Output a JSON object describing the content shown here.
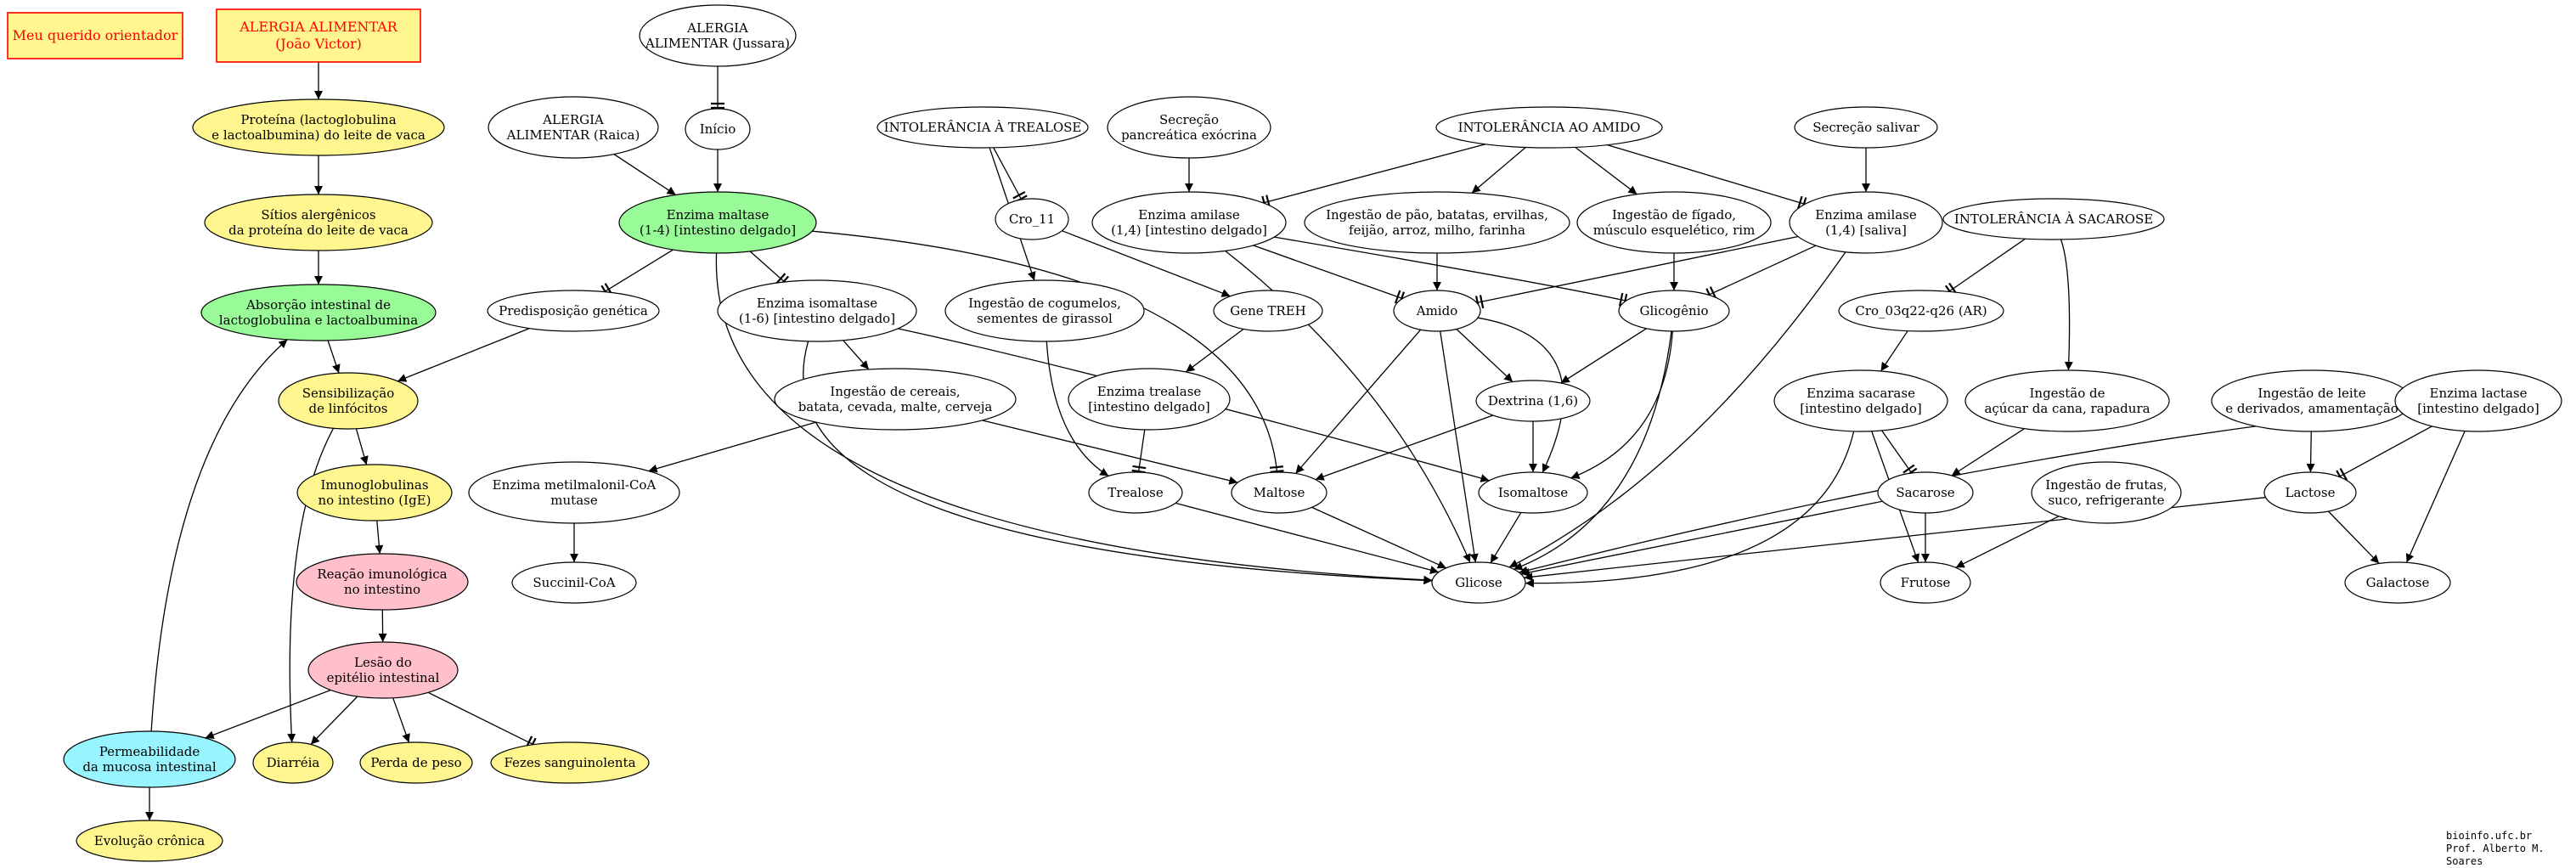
{
  "colors": {
    "yellow": "#fff68f",
    "green": "#98fb98",
    "pink": "#ffc0cb",
    "cyan": "#98f5ff",
    "header_red": "#ff0000"
  },
  "headers": {
    "orientador": "Meu querido orientador",
    "alergia_joao": [
      "ALERGIA ALIMENTAR",
      "(João Victor)"
    ]
  },
  "nodes": {
    "proteina": [
      "Proteína (lactoglobulina",
      "e lactoalbumina) do leite de vaca"
    ],
    "sitios": [
      "Sítios alergênicos",
      "da proteína do leite de vaca"
    ],
    "absorcao": [
      "Absorção intestinal de",
      "lactoglobulina e lactoalbumina"
    ],
    "sensibilizacao": [
      "Sensibilização",
      "de linfócitos"
    ],
    "imunoglobulinas": [
      "Imunoglobulinas",
      "no intestino (IgE)"
    ],
    "reacao": [
      "Reação imunológica",
      "no intestino"
    ],
    "lesao": [
      "Lesão do",
      "epitélio intestinal"
    ],
    "permeabilidade": [
      "Permeabilidade",
      "da mucosa intestinal"
    ],
    "evolucao": [
      "Evolução crônica"
    ],
    "diarreia": [
      "Diarréia"
    ],
    "perda": [
      "Perda de peso"
    ],
    "fezes": [
      "Fezes sanguinolenta"
    ],
    "alergia_jussara": [
      "ALERGIA",
      "ALIMENTAR (Jussara)"
    ],
    "inicio": [
      "Início"
    ],
    "alergia_raica": [
      "ALERGIA",
      "ALIMENTAR (Raica)"
    ],
    "enzima_maltase": [
      "Enzima maltase",
      "(1-4) [intestino delgado]"
    ],
    "predisposicao": [
      "Predisposição genética"
    ],
    "enzima_isomaltase": [
      "Enzima isomaltase",
      "(1-6) [intestino delgado]"
    ],
    "intol_trealose": [
      "INTOLERÂNCIA À TREALOSE"
    ],
    "cro11": [
      "Cro_11"
    ],
    "ingestao_cogumelos": [
      "Ingestão de cogumelos,",
      "sementes de girassol"
    ],
    "secrecao_pancreatica": [
      "Secreção",
      "pancreática exócrina"
    ],
    "amilase_pancreatica": [
      "Enzima amilase",
      "(1,4) [intestino delgado]"
    ],
    "gene_treh": [
      "Gene TREH"
    ],
    "enzima_trealase": [
      "Enzima trealase",
      "[intestino delgado]"
    ],
    "ingestao_cereais": [
      "Ingestão de cereais,",
      "batata, cevada, malte, cerveja"
    ],
    "metilmalonil": [
      "Enzima metilmalonil-CoA",
      "mutase"
    ],
    "succinil": [
      "Succinil-CoA"
    ],
    "trealose": [
      "Trealose"
    ],
    "maltose": [
      "Maltose"
    ],
    "isomaltose": [
      "Isomaltose"
    ],
    "glicose": [
      "Glicose"
    ],
    "intol_amido": [
      "INTOLERÂNCIA AO AMIDO"
    ],
    "ingestao_pao": [
      "Ingestão de pão, batatas, ervilhas,",
      "feijão, arroz, milho, farinha"
    ],
    "ingestao_figado": [
      "Ingestão de fígado,",
      "músculo esquelético, rim"
    ],
    "amido": [
      "Amido"
    ],
    "glicogenio": [
      "Glicogênio"
    ],
    "dextrina": [
      "Dextrina (1,6)"
    ],
    "secrecao_salivar": [
      "Secreção salivar"
    ],
    "amilase_saliva": [
      "Enzima amilase",
      "(1,4) [saliva]"
    ],
    "intol_sacarose": [
      "INTOLERÂNCIA À SACAROSE"
    ],
    "cro03": [
      "Cro_03q22-q26 (AR)"
    ],
    "enzima_sacarase": [
      "Enzima sacarase",
      "[intestino delgado]"
    ],
    "ingestao_acucar": [
      "Ingestão de",
      "açúcar da cana, rapadura"
    ],
    "sacarose": [
      "Sacarose"
    ],
    "ingestao_frutas": [
      "Ingestão de frutas,",
      "suco, refrigerante"
    ],
    "frutose": [
      "Frutose"
    ],
    "ingestao_leite": [
      "Ingestão de leite",
      "e derivados, amamentação"
    ],
    "enzima_lactase": [
      "Enzima lactase",
      "[intestino delgado]"
    ],
    "lactose": [
      "Lactose"
    ],
    "galactose": [
      "Galactose"
    ]
  },
  "credits": {
    "site": "bioinfo.ufc.br",
    "author": "Prof. Alberto M. Soares"
  }
}
